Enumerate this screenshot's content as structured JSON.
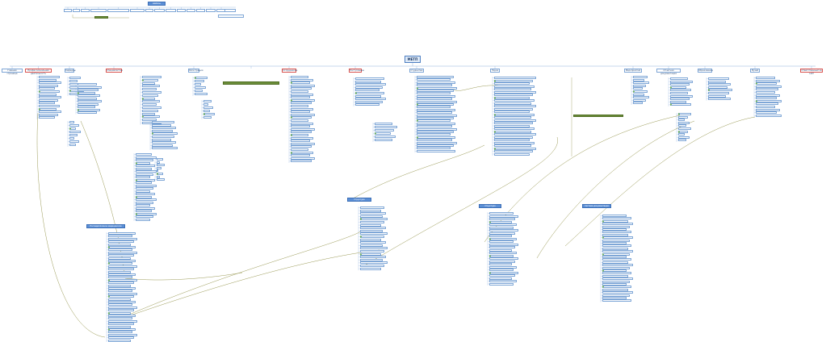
{
  "root": {
    "label": "МЕТП"
  },
  "legend": {
    "header": "Шаблон",
    "items": [
      "",
      "",
      "",
      "",
      "",
      "",
      "",
      "",
      "",
      "",
      "",
      "",
      "",
      ""
    ],
    "note": ""
  },
  "branches": [
    {
      "label": "Главная страница",
      "highlight": false
    },
    {
      "label": "Профессиональная деятельность",
      "highlight": true
    },
    {
      "label": "Кафедры",
      "highlight": false
    },
    {
      "label": "Специалистам",
      "highlight": true
    },
    {
      "label": "Регистрация",
      "highlight": false
    },
    {
      "label": "Сотрудникам",
      "highlight": true
    },
    {
      "label": "Поступление",
      "highlight": true
    },
    {
      "label": "Студентам",
      "highlight": false
    },
    {
      "label": "Наука",
      "highlight": false
    },
    {
      "label": "Мероприятия",
      "highlight": false
    },
    {
      "label": "Отчетная документация",
      "highlight": false
    },
    {
      "label": "Образование",
      "highlight": false
    },
    {
      "label": "Музей",
      "highlight": false
    },
    {
      "label": "Ответственный за сайт",
      "highlight": true
    }
  ],
  "sub_headers": [
    {
      "label": "Последипломное медицинское образование"
    },
    {
      "label": "Структура учреждения"
    },
    {
      "label": "Структура факультетов"
    },
    {
      "label": "Система документации"
    }
  ],
  "notes": [
    {
      "label": ""
    },
    {
      "label": ""
    }
  ]
}
